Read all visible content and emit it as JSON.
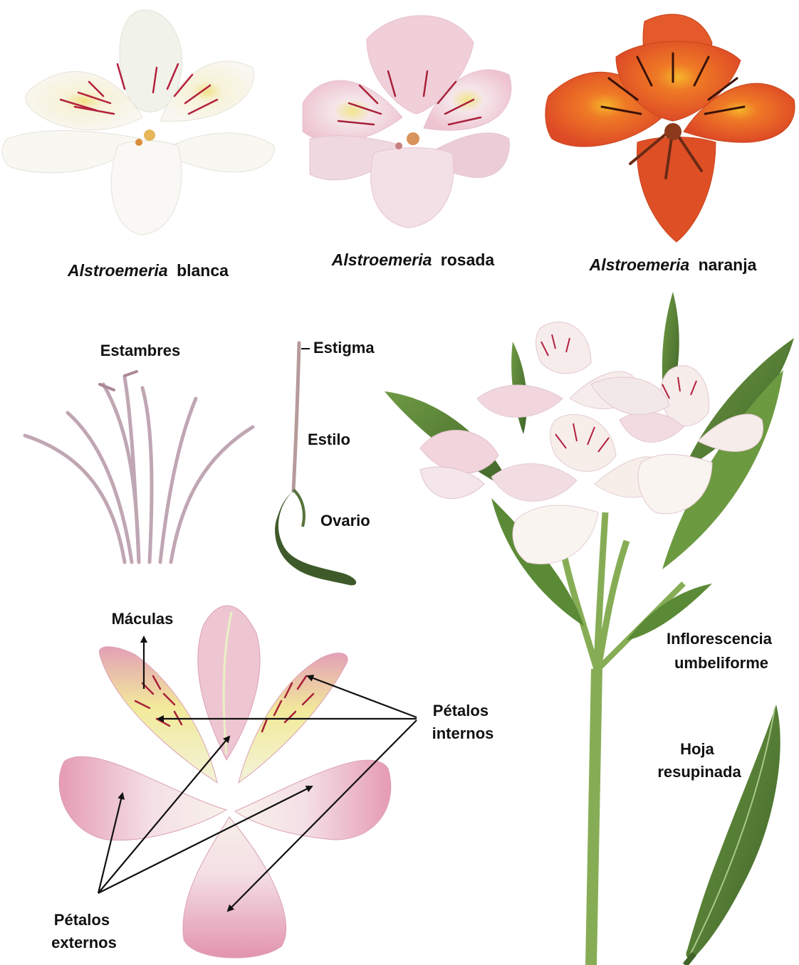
{
  "captions": {
    "white": {
      "genus": "Alstroemeria",
      "color": "blanca"
    },
    "pink": {
      "genus": "Alstroemeria",
      "color": "rosada"
    },
    "orange": {
      "genus": "Alstroemeria",
      "color": "naranja"
    }
  },
  "labels": {
    "stamens": "Estambres",
    "stigma": "Estigma",
    "style": "Estilo",
    "ovary": "Ovario",
    "maculas": "Máculas",
    "inner_petals_1": "Pétalos",
    "inner_petals_2": "internos",
    "outer_petals_1": "Pétalos",
    "outer_petals_2": "externos",
    "inflorescence_1": "Inflorescencia",
    "inflorescence_2": "umbeliforme",
    "leaf_1": "Hoja",
    "leaf_2": "resupinada"
  },
  "colors": {
    "white_petal": "#f7f5ee",
    "pink_petal": "#eec6d2",
    "orange_petal": "#e8542a",
    "macula_red": "#a8203a",
    "yellow_center": "#f2e68c",
    "stem_green": "#8cb35a",
    "leaf_green": "#4f7a32",
    "ovary_green": "#3f5a2a",
    "stamen_mauve": "#b99aa8"
  },
  "icons": [
    "arrow-icon"
  ]
}
